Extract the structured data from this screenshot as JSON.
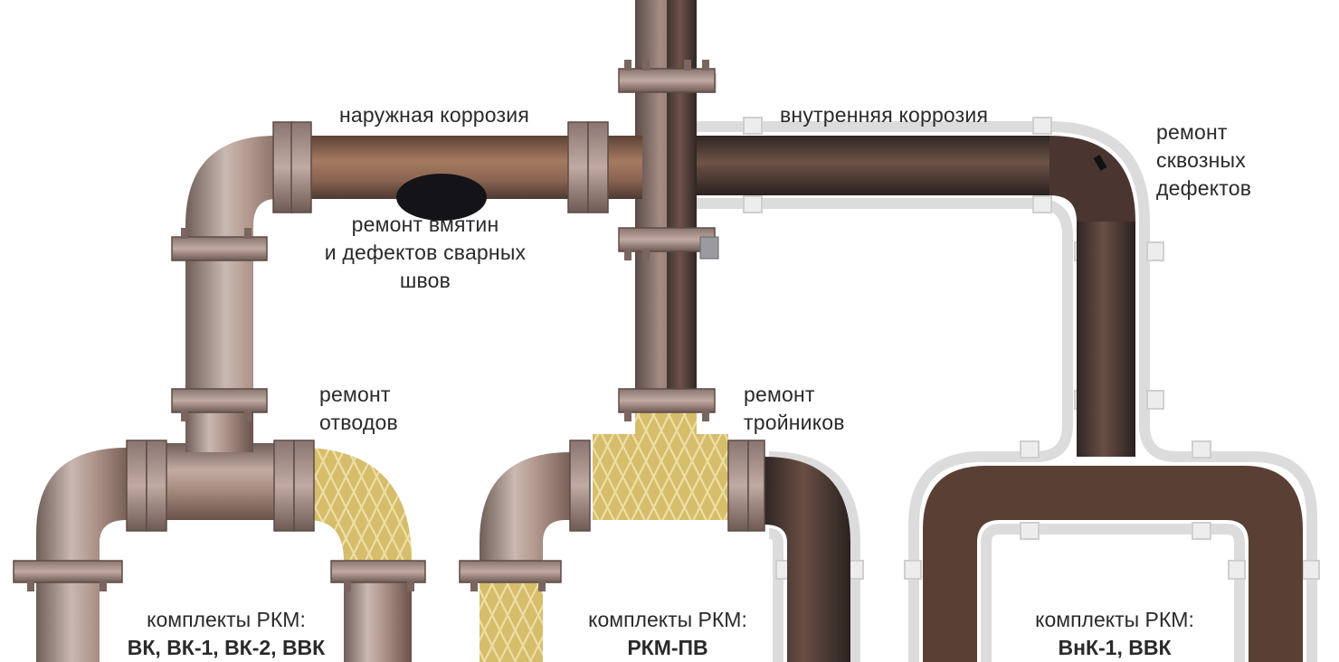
{
  "labels": {
    "external_corrosion": "наружная коррозия",
    "internal_corrosion": "внутренняя коррозия",
    "through_defects": [
      "ремонт",
      "сквозных",
      "дефектов"
    ],
    "dents_welds": [
      "ремонт вмятин",
      "и дефектов сварных",
      "швов"
    ],
    "bends": [
      "ремонт",
      "отводов"
    ],
    "tees": [
      "ремонт",
      "тройников"
    ]
  },
  "kits": [
    {
      "title": "комплекты РКМ:",
      "codes": "ВК, ВК-1, ВК-2, ВВК"
    },
    {
      "title": "комплекты РКМ:",
      "codes": "РКМ-ПВ"
    },
    {
      "title": "комплекты РКМ:",
      "codes": "ВнК-1, ВВК"
    }
  ],
  "colors": {
    "pipe_light": "#b9a7a0",
    "pipe_rust": "#8e6a55",
    "pipe_dark": "#4a3a36",
    "composite_wrap": "#d8c070",
    "casing": "#f2f2f2",
    "text": "#2a2a2a"
  }
}
